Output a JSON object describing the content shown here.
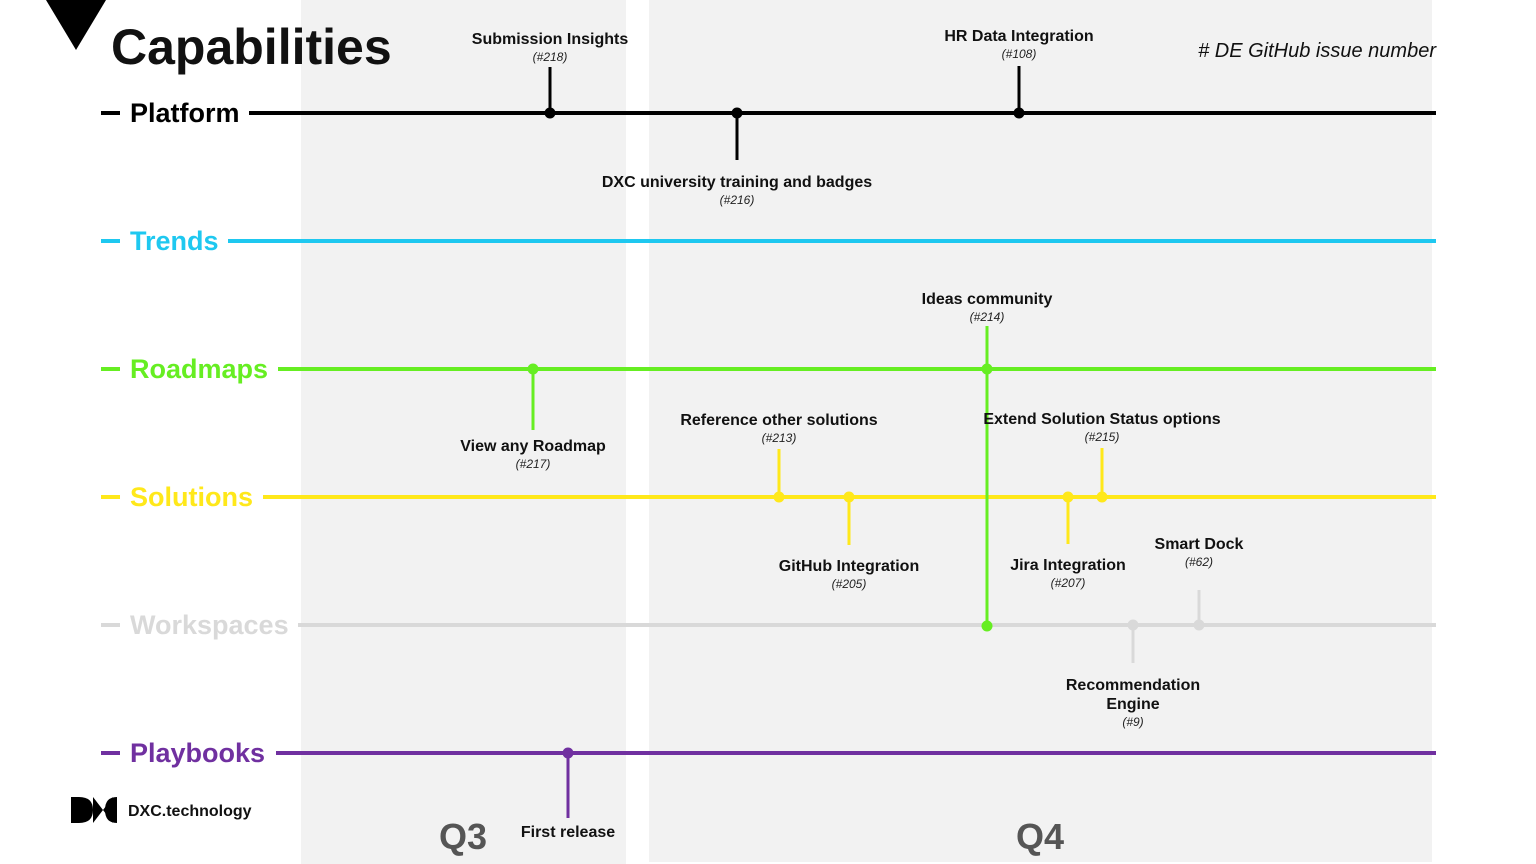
{
  "title": "Capabilities",
  "legend": "# DE GitHub  issue number",
  "brand": {
    "name": "DXC.technology",
    "logo": "dxc-logo-icon"
  },
  "quarters": [
    {
      "label": "Q3"
    },
    {
      "label": "Q4"
    }
  ],
  "lanes": [
    {
      "id": "platform",
      "label": "Platform",
      "color": "#000000"
    },
    {
      "id": "trends",
      "label": "Trends",
      "color": "#1EC8F0"
    },
    {
      "id": "roadmaps",
      "label": "Roadmaps",
      "color": "#66EE22"
    },
    {
      "id": "solutions",
      "label": "Solutions",
      "color": "#FFE81A"
    },
    {
      "id": "workspaces",
      "label": "Workspaces",
      "color": "#D9D9D9"
    },
    {
      "id": "playbooks",
      "label": "Playbooks",
      "color": "#7030A0"
    }
  ],
  "milestones": [
    {
      "id": "submission-insights",
      "lane": "platform",
      "label": "Submission Insights",
      "issue": "(#218)"
    },
    {
      "id": "dxc-university",
      "lane": "platform",
      "label": "DXC university training and badges",
      "issue": "(#216)"
    },
    {
      "id": "hr-data-integration",
      "lane": "platform",
      "label": "HR Data Integration",
      "issue": "(#108)"
    },
    {
      "id": "ideas-community",
      "lane": "roadmaps",
      "label": "Ideas community",
      "issue": "(#214)"
    },
    {
      "id": "view-any-roadmap",
      "lane": "roadmaps",
      "label": "View any Roadmap",
      "issue": "(#217)"
    },
    {
      "id": "reference-other-solutions",
      "lane": "solutions",
      "label": "Reference other solutions",
      "issue": "(#213)"
    },
    {
      "id": "extend-solution-status",
      "lane": "solutions",
      "label": "Extend Solution Status options",
      "issue": "(#215)"
    },
    {
      "id": "github-integration",
      "lane": "solutions",
      "label": "GitHub Integration",
      "issue": "(#205)"
    },
    {
      "id": "jira-integration",
      "lane": "solutions",
      "label": "Jira Integration",
      "issue": "(#207)"
    },
    {
      "id": "smart-dock",
      "lane": "workspaces",
      "label": "Smart Dock",
      "issue": "(#62)"
    },
    {
      "id": "recommendation-engine",
      "lane": "workspaces",
      "label": "Recommendation\nEngine",
      "issue": "(#9)"
    },
    {
      "id": "first-release",
      "lane": "playbooks",
      "label": "First release",
      "issue": ""
    }
  ]
}
